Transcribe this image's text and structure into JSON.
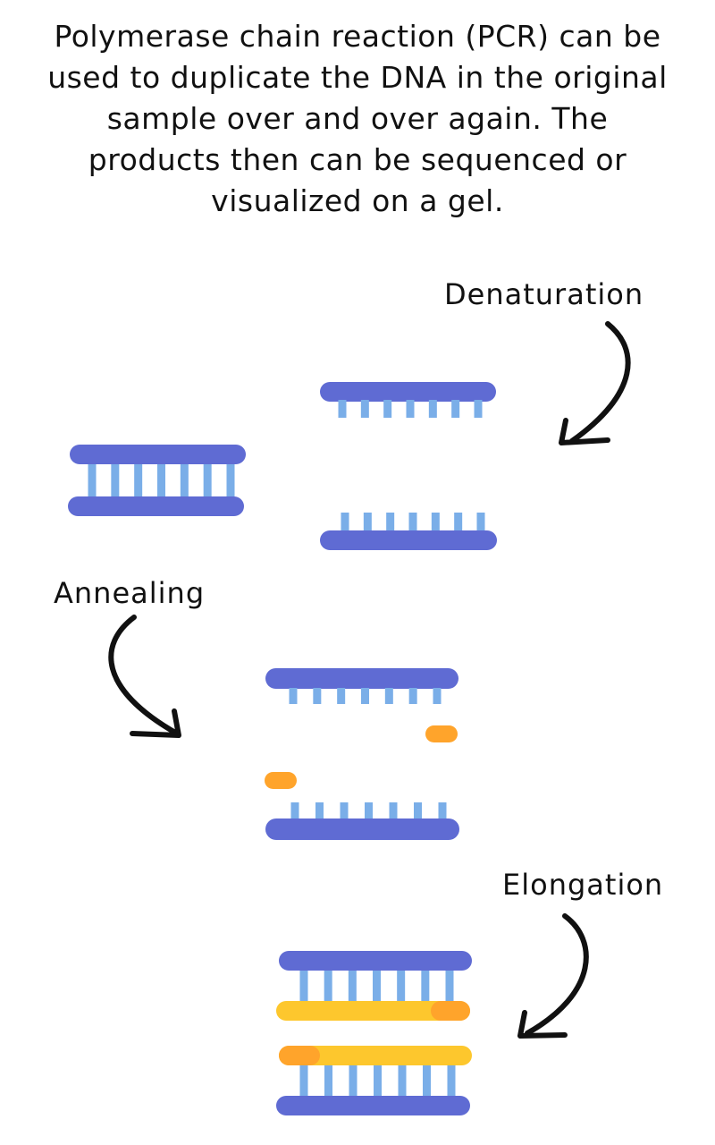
{
  "intro": {
    "lines": [
      "Polymerase chain reaction (PCR) can be",
      "used to duplicate the DNA in the original",
      "sample over and over again. The",
      "products then can be sequenced or",
      "visualized on a gel."
    ]
  },
  "steps": {
    "denaturation": {
      "label": "Denaturation",
      "arrow_icon": "curved-arrow-down-left"
    },
    "annealing": {
      "label": "Annealing",
      "arrow_icon": "curved-arrow-down-right"
    },
    "elongation": {
      "label": "Elongation",
      "arrow_icon": "curved-arrow-down-left"
    }
  },
  "colors": {
    "strand": "#5f6bd3",
    "base": "#7aaee8",
    "primer": "#ffa42b",
    "new_strand": "#fdc72d",
    "text": "#111111"
  },
  "base_pairs_per_strand": 7
}
